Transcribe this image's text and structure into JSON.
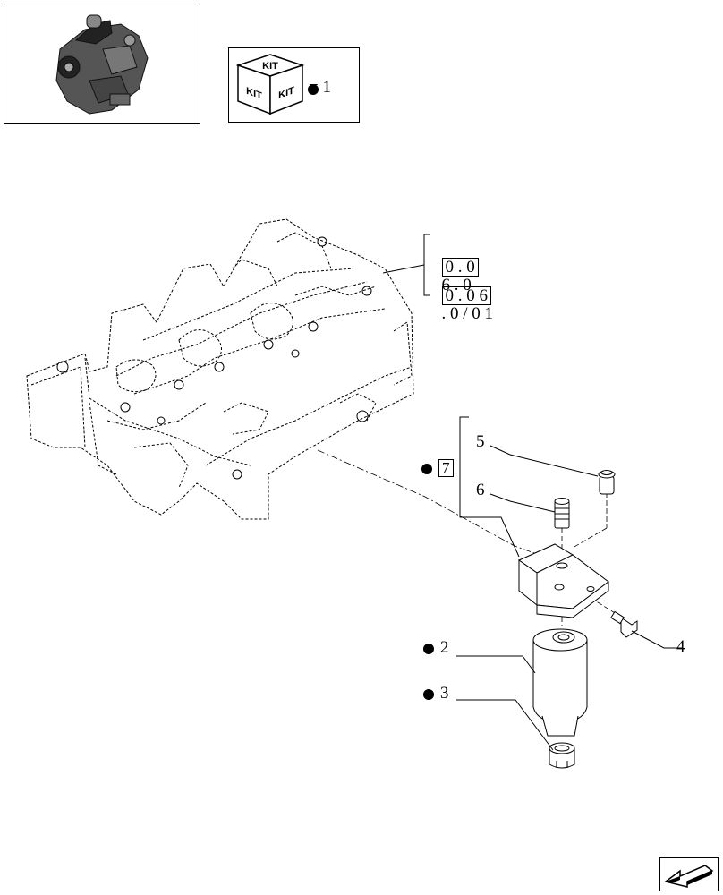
{
  "header": {
    "kit_legend": {
      "icon": "kit-cube-icon",
      "kit_texts": [
        "KIT",
        "KIT",
        "KIT"
      ],
      "equals_text": "= 1"
    }
  },
  "refs": [
    {
      "boxed": "0 . 0",
      "rest": "6 . 0"
    },
    {
      "boxed": "0 . 0 6",
      "rest": ". 0 / 0 1"
    }
  ],
  "callouts": [
    {
      "number": "5",
      "bullet": false
    },
    {
      "number": "6",
      "bullet": false
    },
    {
      "number": "7",
      "bullet": true,
      "boxed": true
    },
    {
      "number": "2",
      "bullet": true
    },
    {
      "number": "3",
      "bullet": true
    },
    {
      "number": "4",
      "bullet": false
    }
  ],
  "nav": {
    "icon": "arrow-back-icon"
  }
}
